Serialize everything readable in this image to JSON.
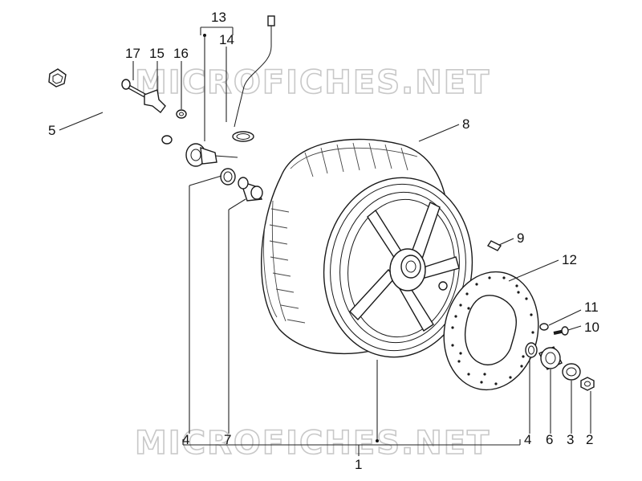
{
  "watermark": "MICROFICHES.NET",
  "callouts": [
    {
      "id": "c13",
      "text": "13"
    },
    {
      "id": "c14",
      "text": "14"
    },
    {
      "id": "c17",
      "text": "17"
    },
    {
      "id": "c15",
      "text": "15"
    },
    {
      "id": "c16",
      "text": "16"
    },
    {
      "id": "c5",
      "text": "5"
    },
    {
      "id": "c8",
      "text": "8"
    },
    {
      "id": "c9",
      "text": "9"
    },
    {
      "id": "c12",
      "text": "12"
    },
    {
      "id": "c11",
      "text": "11"
    },
    {
      "id": "c10",
      "text": "10"
    },
    {
      "id": "c4a",
      "text": "4"
    },
    {
      "id": "c7",
      "text": "7"
    },
    {
      "id": "c4b",
      "text": "4"
    },
    {
      "id": "c6",
      "text": "6"
    },
    {
      "id": "c3",
      "text": "3"
    },
    {
      "id": "c2",
      "text": "2"
    },
    {
      "id": "c1",
      "text": "1"
    }
  ]
}
